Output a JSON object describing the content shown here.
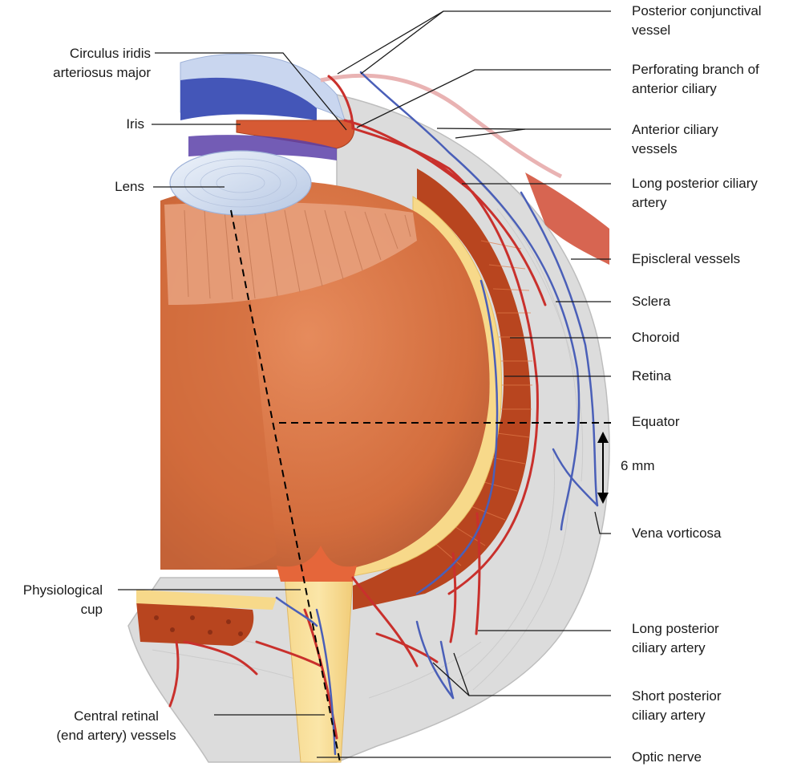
{
  "labels": {
    "posterior_conjunctival_vessel": [
      "Posterior conjunctival",
      "vessel"
    ],
    "circulus_iridis_arteriosus_major": [
      "Circulus iridis",
      "arteriosus major"
    ],
    "perforating_branch": [
      "Perforating branch of",
      "anterior ciliary"
    ],
    "iris": "Iris",
    "anterior_ciliary_vessels": [
      "Anterior ciliary",
      "vessels"
    ],
    "lens": "Lens",
    "long_posterior_ciliary_artery_top": [
      "Long posterior ciliary",
      "artery"
    ],
    "episcleral_vessels": "Episcleral vessels",
    "sclera": "Sclera",
    "choroid": "Choroid",
    "retina": "Retina",
    "equator": "Equator",
    "distance": "6 mm",
    "vena_vorticosa": "Vena vorticosa",
    "physiological_cup": [
      "Physiological",
      "cup"
    ],
    "long_posterior_ciliary_artery_bottom": [
      "Long posterior",
      "ciliary artery"
    ],
    "short_posterior_ciliary_artery": [
      "Short posterior",
      "ciliary artery"
    ],
    "central_retinal_vessels": [
      "Central retinal",
      "(end artery) vessels"
    ],
    "optic_nerve": "Optic nerve"
  },
  "colors": {
    "artery": "#c9302c",
    "vein": "#4a5fb8",
    "vitreous": "#d9774a",
    "retina": "#f7d98a",
    "choroid": "#b8451f",
    "sclera": "#dcdcdc",
    "cornea": "#c9d6ef",
    "iris_blue": "#4456b8"
  }
}
